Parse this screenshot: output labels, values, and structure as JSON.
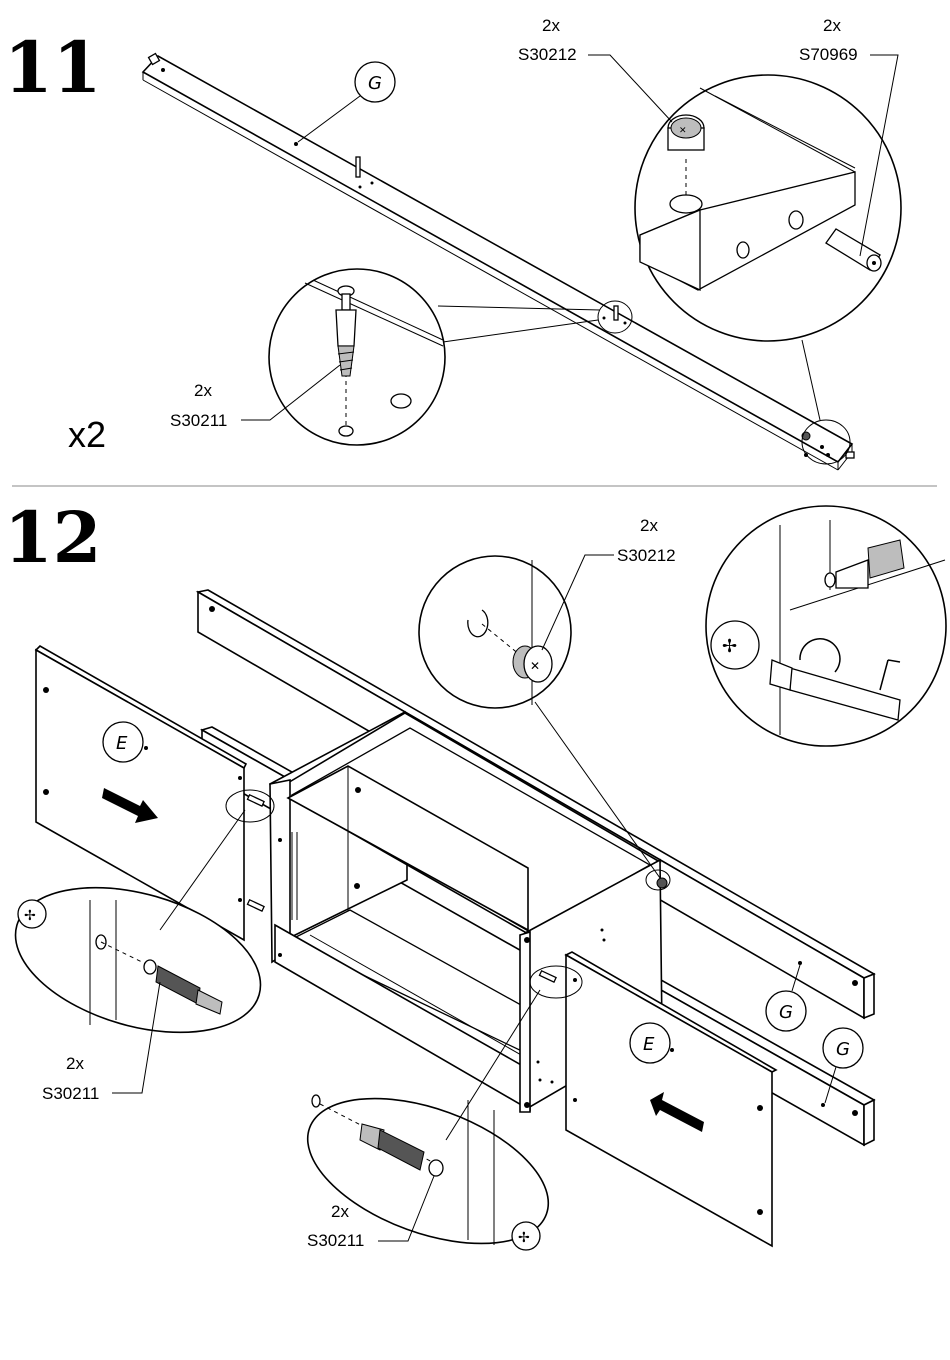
{
  "steps": [
    {
      "number": "11",
      "multiplier": "x2",
      "part_labels": [
        {
          "letter": "G"
        }
      ],
      "callouts": [
        {
          "qty": "2x",
          "code": "S30212"
        },
        {
          "qty": "2x",
          "code": "S70969"
        },
        {
          "qty": "2x",
          "code": "S30211"
        }
      ]
    },
    {
      "number": "12",
      "part_labels": [
        {
          "letter": "E"
        },
        {
          "letter": "E"
        },
        {
          "letter": "G"
        },
        {
          "letter": "G"
        }
      ],
      "callouts": [
        {
          "qty": "2x",
          "code": "S30212"
        },
        {
          "qty": "2x",
          "code": "S30211"
        },
        {
          "qty": "2x",
          "code": "S30211"
        }
      ]
    }
  ],
  "colors": {
    "line": "#000000",
    "background": "#ffffff",
    "divider": "#888888"
  }
}
